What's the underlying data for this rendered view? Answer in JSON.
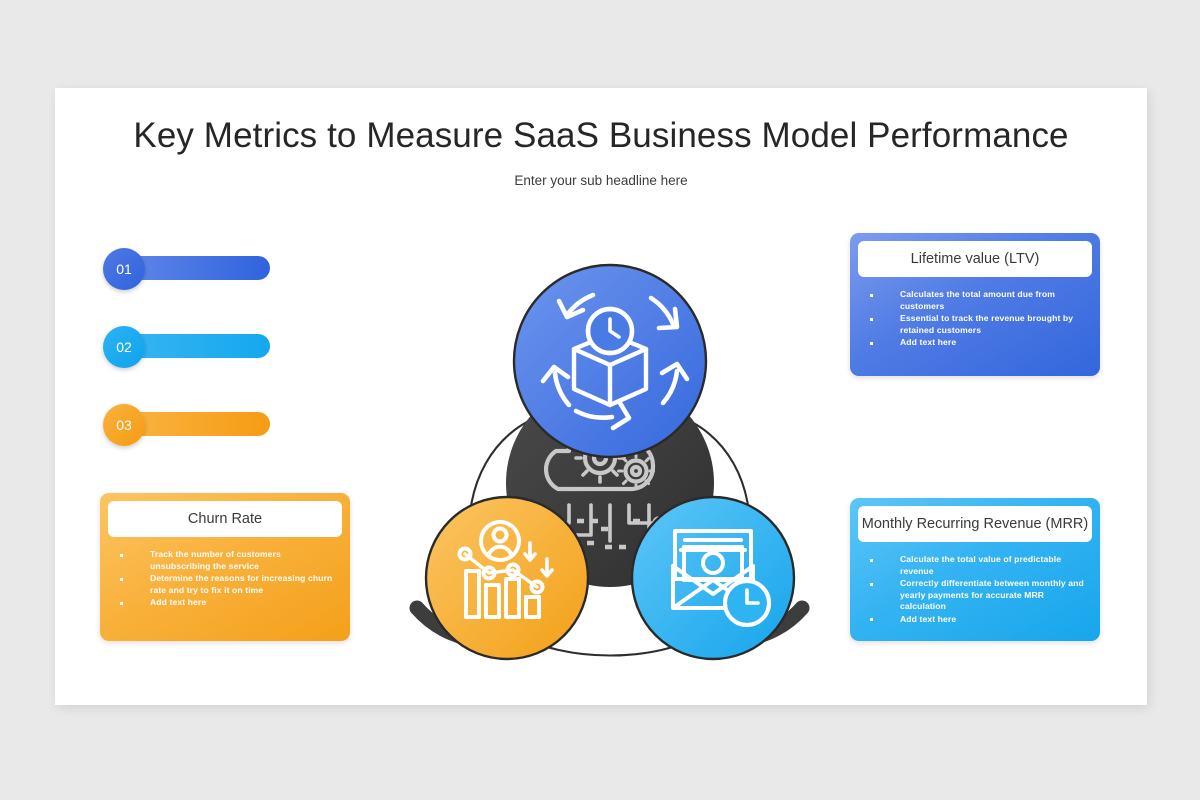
{
  "slide": {
    "title": "Key Metrics to Measure SaaS Business Model Performance",
    "subtitle": "Enter your sub headline here"
  },
  "legend": {
    "items": [
      {
        "number": "01",
        "color": "#2f63dd"
      },
      {
        "number": "02",
        "color": "#0fa3ec"
      },
      {
        "number": "03",
        "color": "#f59c14"
      }
    ]
  },
  "cards": {
    "ltv": {
      "title": "Lifetime value (LTV)",
      "color": "#3366dd",
      "bullets": [
        "Calculates the total amount due from customers",
        "Essential to track the revenue brought by retained customers",
        "Add text here"
      ]
    },
    "mrr": {
      "title": "Monthly Recurring Revenue (MRR)",
      "color": "#17a6ec",
      "bullets": [
        "Calculate the total value of predictable revenue",
        "Correctly differentiate between monthly and yearly payments for accurate MRR calculation",
        "Add text here"
      ]
    },
    "churn": {
      "title": "Churn Rate",
      "color": "#f4a01a",
      "bullets": [
        "Track the number of customers unsubscribing the service",
        "Determine the reasons for increasing churn rate and try to fix it on time",
        "Add text here"
      ]
    }
  },
  "diagram": {
    "center": {
      "icon": "cloud-gears-circuit-icon",
      "color": "#3d3d3d"
    },
    "nodes": [
      {
        "id": "ltv",
        "icon": "box-clock-recycle-icon",
        "color": "#4a7ae3",
        "position": "top"
      },
      {
        "id": "churn",
        "icon": "user-declining-bar-chart-icon",
        "color": "#f5a623",
        "position": "bottom-left"
      },
      {
        "id": "mrr",
        "icon": "money-envelope-clock-icon",
        "color": "#2eb3f3",
        "position": "bottom-right"
      }
    ],
    "connectors": [
      {
        "from": "churn",
        "to": "ltv",
        "arrowheads": 1
      },
      {
        "from": "ltv",
        "to": "mrr",
        "arrowheads": 1
      },
      {
        "from": "mrr",
        "to": "churn",
        "arrowheads": 2
      }
    ]
  }
}
